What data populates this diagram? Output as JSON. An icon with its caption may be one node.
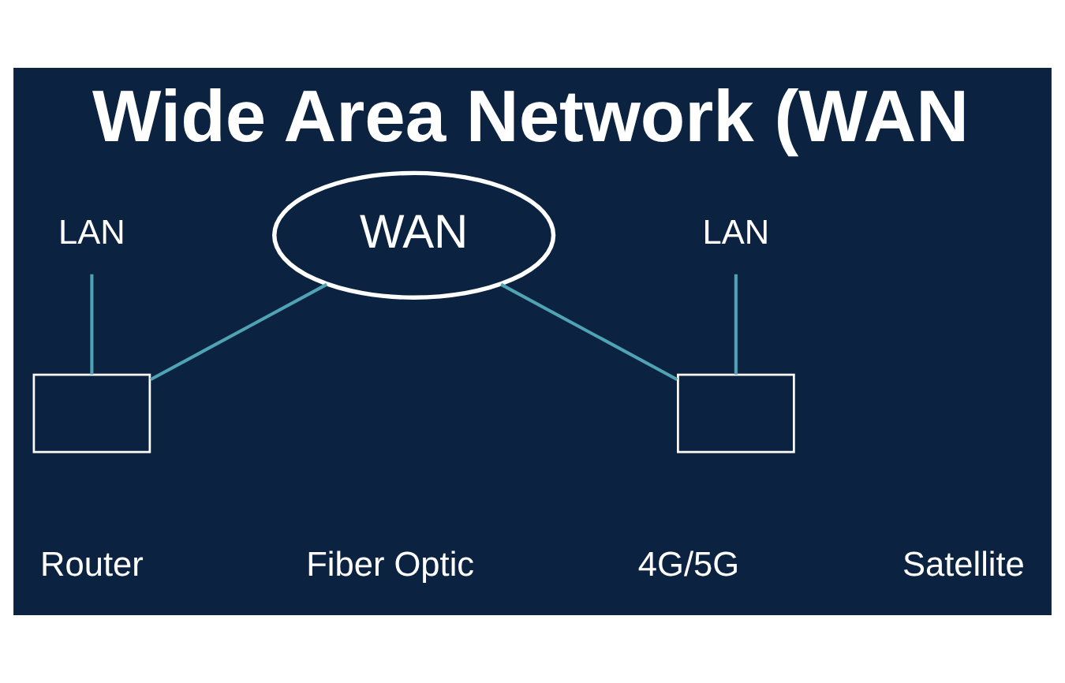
{
  "diagram": {
    "title": "Wide Area Network (WAN",
    "nodes": [
      {
        "text": [
          "WAN"
        ]
      },
      {
        "text": [
          "LAN"
        ]
      },
      {
        "text": [
          "LAN"
        ]
      },
      {
        "text": [],
        "shape": "box"
      },
      {
        "text": [],
        "shape": "box"
      }
    ],
    "edges": [
      {
        "from": 1,
        "to": 3,
        "arrow": "none"
      },
      {
        "from": 3,
        "to": 0,
        "arrow": "none"
      },
      {
        "from": 0,
        "to": 4,
        "arrow": "none"
      },
      {
        "from": 4,
        "to": 2,
        "arrow": "none"
      }
    ],
    "labels": [
      "Router",
      "Fiber Optic",
      "4G/5G",
      "Satellite"
    ]
  }
}
